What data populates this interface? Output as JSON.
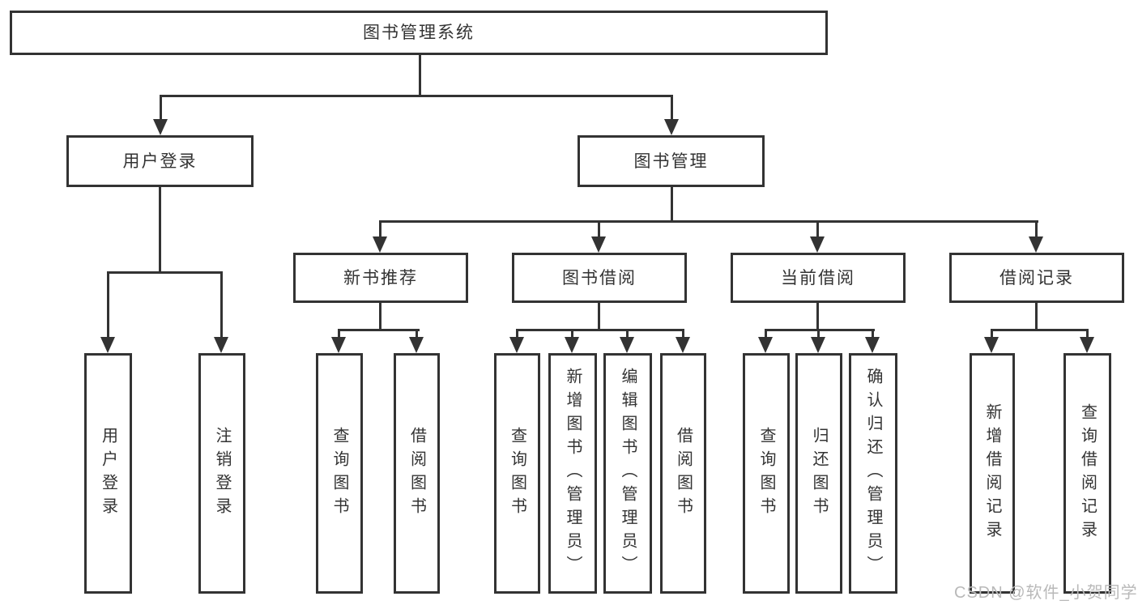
{
  "nodes": {
    "root": {
      "label": "图书管理系统"
    },
    "l2": [
      {
        "label": "用户登录"
      },
      {
        "label": "图书管理"
      }
    ],
    "l3": [
      {
        "label": "新书推荐",
        "parent": "图书管理"
      },
      {
        "label": "图书借阅",
        "parent": "图书管理"
      },
      {
        "label": "当前借阅",
        "parent": "图书管理"
      },
      {
        "label": "借阅记录",
        "parent": "图书管理"
      }
    ],
    "leaves": [
      {
        "label": "用户登录",
        "parent": "用户登录"
      },
      {
        "label": "注销登录",
        "parent": "用户登录"
      },
      {
        "label": "查询图书",
        "parent": "新书推荐"
      },
      {
        "label": "借阅图书",
        "parent": "新书推荐"
      },
      {
        "label": "查询图书",
        "parent": "图书借阅"
      },
      {
        "label": "新增图书（管理员）",
        "parent": "图书借阅"
      },
      {
        "label": "编辑图书（管理员）",
        "parent": "图书借阅"
      },
      {
        "label": "借阅图书",
        "parent": "图书借阅"
      },
      {
        "label": "查询图书",
        "parent": "当前借阅"
      },
      {
        "label": "归还图书",
        "parent": "当前借阅"
      },
      {
        "label": "确认归还（管理员）",
        "parent": "当前借阅"
      },
      {
        "label": "新增借阅记录",
        "parent": "借阅记录"
      },
      {
        "label": "查询借阅记录",
        "parent": "借阅记录"
      }
    ]
  },
  "watermark": {
    "text": "CSDN @软件_小贺同学"
  },
  "colors": {
    "line": "#333333",
    "text": "#333333",
    "box_background": "#ffffff",
    "page_background": "#ffffff",
    "watermark": "#b9b9b9"
  }
}
